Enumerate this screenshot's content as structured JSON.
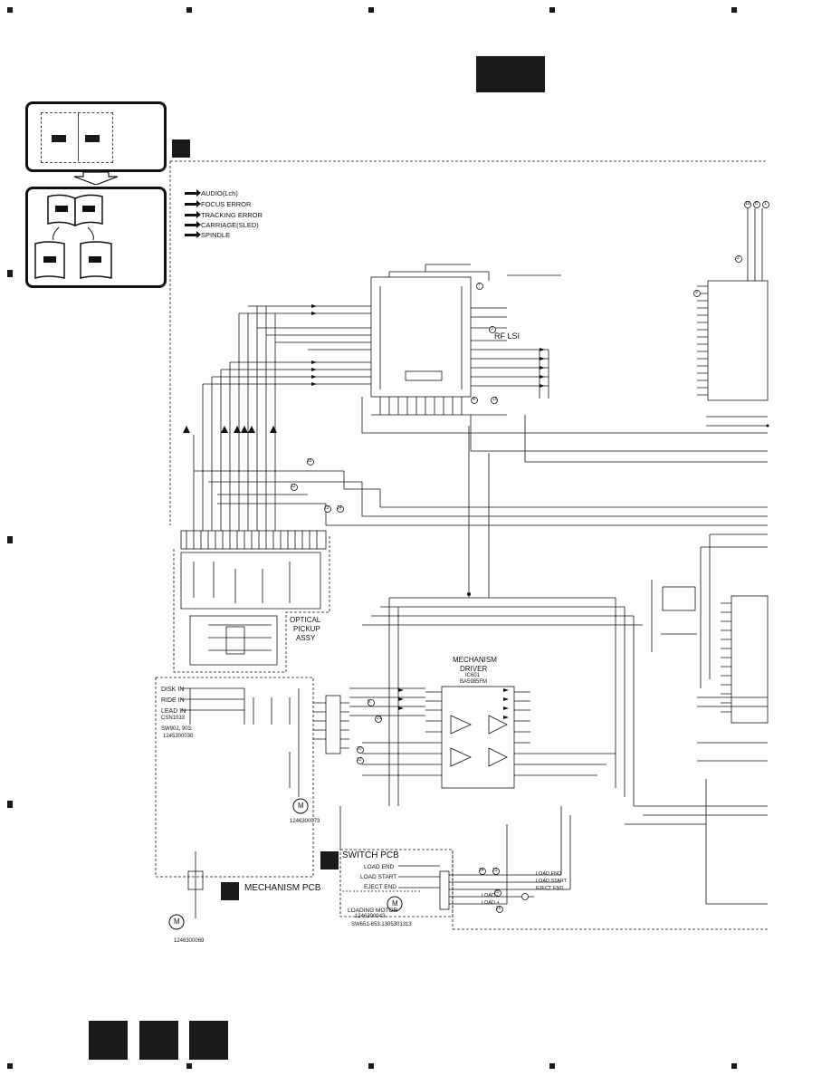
{
  "legend": {
    "items": [
      {
        "label": "AUDIO(Lch)"
      },
      {
        "label": "FOCUS ERROR"
      },
      {
        "label": "TRACKING ERROR"
      },
      {
        "label": "CARRIAGE(SLED)"
      },
      {
        "label": "SPINDLE"
      }
    ]
  },
  "blocks": {
    "rf_lsi": "RF LSI",
    "mechanism_driver_line1": "MECHANISM",
    "mechanism_driver_line2": "DRIVER",
    "mechanism_driver_ic": "IC601",
    "mechanism_driver_part": "BA5985FM",
    "optical_line1": "OPTICAL",
    "optical_line2": "PICKUP",
    "optical_line3": "ASSY",
    "switch_pcb": "SWITCH PCB",
    "mechanism_pcb": "MECHANISM PCB"
  },
  "switches": {
    "disk_in": "DISK IN",
    "ride_in": "RIDE IN",
    "lead_in": "LEAD IN",
    "csn": "CSN1033",
    "sw": "SW902, 903:",
    "sw_part": "1245300030",
    "load_end": "LOAD END",
    "load_start": "LOAD START",
    "eject_end": "EJECT END"
  },
  "motors": {
    "elevation_part": "1246300073",
    "loading_label": "LOADING MOTOR",
    "loading_part": "1246300043",
    "spindle_part": "1246300069",
    "sw_part2": "SW651-653:1305301313",
    "motor_symbol": "M"
  },
  "nets": {
    "load_end": "LOAD END",
    "load_start": "LOAD START",
    "eject_end": "EJECT END",
    "load_minus": "LOAD -",
    "load_plus": "LOAD +"
  },
  "test_points": [
    "10",
    "8",
    "1",
    "2",
    "9",
    "7",
    "3",
    "4",
    "15",
    "16",
    "12",
    "13",
    "14",
    "5",
    "21",
    "20",
    "22",
    "23",
    "24",
    "25",
    "26"
  ]
}
